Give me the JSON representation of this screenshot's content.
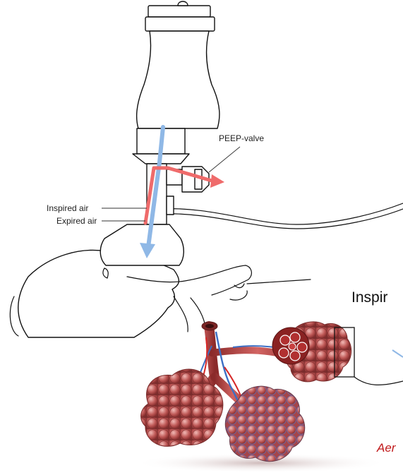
{
  "labels": {
    "peep_valve": "PEEP-valve",
    "inspired_air": "Inspired air",
    "expired_air": "Expired air",
    "inspir_cut": "Inspir",
    "aer_cut": "Aer"
  },
  "colors": {
    "inspired_flow": "#8fb8e6",
    "expired_flow": "#ef6b6b",
    "lung_tissue": "#b8504f",
    "lung_highlight": "#e7a3a0",
    "blood_vessel_blue": "#3d6fc4",
    "accent_text_red": "#c0181a"
  }
}
